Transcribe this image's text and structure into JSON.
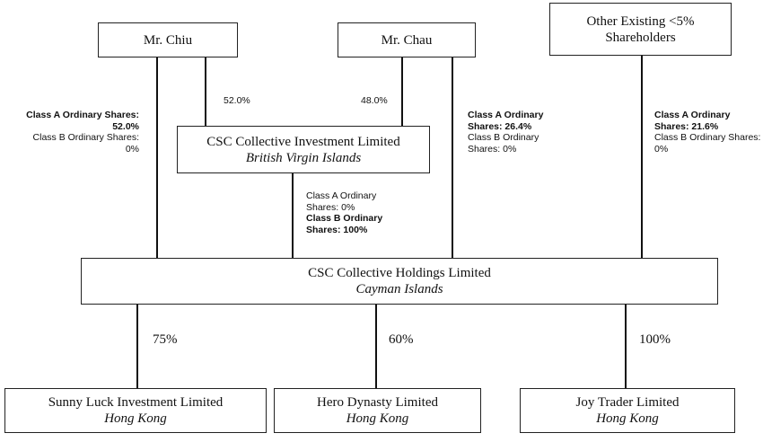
{
  "entities": {
    "chiu": {
      "name": "Mr. Chiu"
    },
    "chau": {
      "name": "Mr. Chau"
    },
    "others": {
      "name_line1": "Other Existing <5%",
      "name_line2": "Shareholders"
    },
    "csc_investment": {
      "name": "CSC Collective Investment Limited",
      "jurisdiction": "British Virgin Islands"
    },
    "csc_holdings": {
      "name": "CSC Collective Holdings Limited",
      "jurisdiction": "Cayman Islands"
    },
    "sunny_luck": {
      "name": "Sunny Luck Investment Limited",
      "jurisdiction": "Hong Kong"
    },
    "hero_dynasty": {
      "name": "Hero Dynasty Limited",
      "jurisdiction": "Hong Kong"
    },
    "joy_trader": {
      "name": "Joy Trader Limited",
      "jurisdiction": "Hong Kong"
    }
  },
  "ownership": {
    "chiu_to_investment": "52.0%",
    "chau_to_investment": "48.0%",
    "holdings_to_sunny_luck": "75%",
    "holdings_to_hero_dynasty": "60%",
    "holdings_to_joy_trader": "100%"
  },
  "share_notes": {
    "chiu": {
      "a_label": "Class A Ordinary Shares:",
      "a_value": "52.0%",
      "b_label": "Class B Ordinary Shares:",
      "b_value": "0%"
    },
    "investment": {
      "a_line1": "Class A Ordinary",
      "a_line2": "Shares: 0%",
      "b_line1": "Class B Ordinary",
      "b_line2": "Shares: 100%"
    },
    "chau": {
      "a_line1": "Class A Ordinary",
      "a_line2": "Shares: 26.4%",
      "b_line1": "Class B Ordinary",
      "b_line2": "Shares: 0%"
    },
    "others": {
      "a_line1": "Class A Ordinary",
      "a_line2": "Shares: 21.6%",
      "b_line1": "Class B Ordinary Shares:",
      "b_line2": "0%"
    }
  }
}
